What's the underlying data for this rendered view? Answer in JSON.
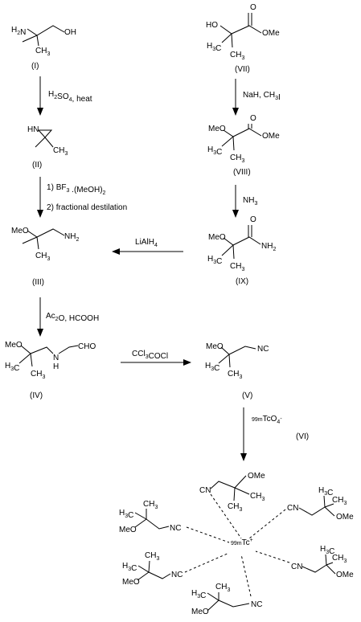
{
  "compounds": {
    "I": {
      "label": "(I)"
    },
    "II": {
      "label": "(II)"
    },
    "III": {
      "label": "(III)"
    },
    "IV": {
      "label": "(IV)"
    },
    "V": {
      "label": "(V)"
    },
    "VI": {
      "label": "(VI)"
    },
    "VII": {
      "label": "(VII)"
    },
    "VIII": {
      "label": "(VIII)"
    },
    "IX": {
      "label": "(IX)"
    }
  },
  "atoms": {
    "h2n": "H2N",
    "oh": "OH",
    "ch3": "CH3",
    "h3c": "H3C",
    "ho": "HO",
    "o": "O",
    "ome": "OMe",
    "meo": "MeO",
    "nh2": "NH2",
    "hn": "HN",
    "n": "N",
    "h": "H",
    "cho": "CHO",
    "nc": "NC",
    "cn": "CN",
    "tc_center": "99mTc+"
  },
  "reagents": {
    "I_II": "H2SO4, heat",
    "VII_VIII": "NaH, CH3I",
    "VIII_IX": "NH3",
    "II_III_step1": "1) BF3 .(MeOH)2",
    "II_III_step2": "2) fractional destilation",
    "IX_III": "LiAlH4",
    "III_IV": "Ac2O, HCOOH",
    "IV_V": "CCl3COCl",
    "V_VI": "99mTcO4-"
  }
}
